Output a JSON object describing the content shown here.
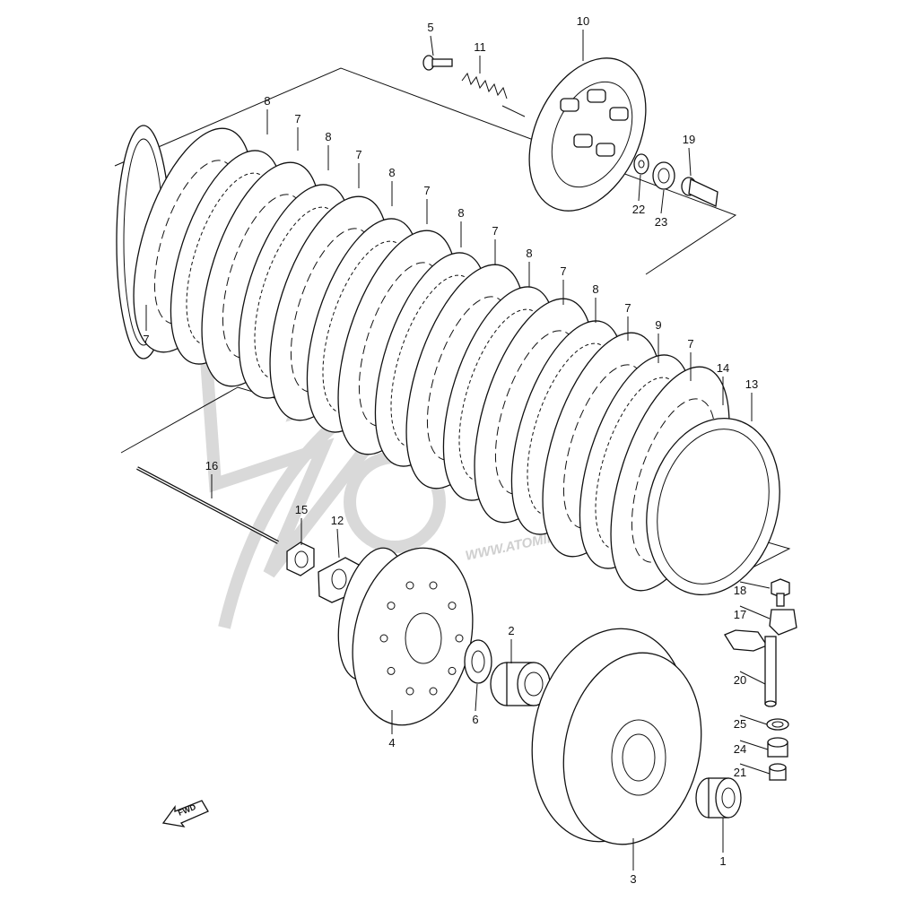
{
  "diagram": {
    "labels": [
      {
        "id": "5",
        "text": "5"
      },
      {
        "id": "11",
        "text": "11"
      },
      {
        "id": "10",
        "text": "10"
      },
      {
        "id": "19",
        "text": "19"
      },
      {
        "id": "22",
        "text": "22"
      },
      {
        "id": "23",
        "text": "23"
      },
      {
        "id": "p8a",
        "text": "8"
      },
      {
        "id": "p7a",
        "text": "7"
      },
      {
        "id": "p8b",
        "text": "8"
      },
      {
        "id": "p7b",
        "text": "7"
      },
      {
        "id": "p8c",
        "text": "8"
      },
      {
        "id": "p7c",
        "text": "7"
      },
      {
        "id": "p8d",
        "text": "8"
      },
      {
        "id": "p7d",
        "text": "7"
      },
      {
        "id": "p8e",
        "text": "8"
      },
      {
        "id": "p7e",
        "text": "7"
      },
      {
        "id": "p8f",
        "text": "8"
      },
      {
        "id": "p7f",
        "text": "7"
      },
      {
        "id": "9",
        "text": "9"
      },
      {
        "id": "p7g",
        "text": "7"
      },
      {
        "id": "14",
        "text": "14"
      },
      {
        "id": "13",
        "text": "13"
      },
      {
        "id": "p7left",
        "text": "7"
      },
      {
        "id": "16",
        "text": "16"
      },
      {
        "id": "15",
        "text": "15"
      },
      {
        "id": "12",
        "text": "12"
      },
      {
        "id": "2",
        "text": "2"
      },
      {
        "id": "6",
        "text": "6"
      },
      {
        "id": "4",
        "text": "4"
      },
      {
        "id": "3",
        "text": "3"
      },
      {
        "id": "1",
        "text": "1"
      },
      {
        "id": "18",
        "text": "18"
      },
      {
        "id": "17",
        "text": "17"
      },
      {
        "id": "20",
        "text": "20"
      },
      {
        "id": "25",
        "text": "25"
      },
      {
        "id": "24",
        "text": "24"
      },
      {
        "id": "21",
        "text": "21"
      }
    ],
    "fwd_label": "FWD",
    "watermark_text": "WWW.ATOMIK"
  }
}
